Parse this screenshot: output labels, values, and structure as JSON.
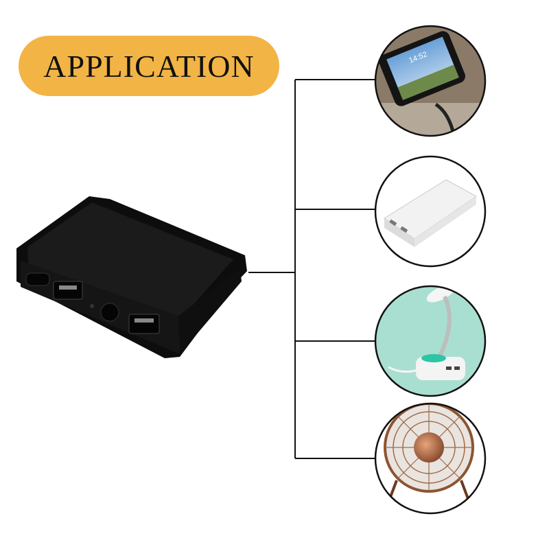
{
  "banner": {
    "title": "APPLICATION",
    "color": "#f2b445"
  },
  "device": {
    "name": "black-power-box",
    "color": "#141414"
  },
  "applications": [
    {
      "name": "smartphone",
      "icon": "smartphone-icon",
      "screen_time": "14:52"
    },
    {
      "name": "power-bank",
      "icon": "power-bank-icon"
    },
    {
      "name": "desk-lamp",
      "icon": "desk-lamp-icon",
      "accent": "#a9dfd0"
    },
    {
      "name": "desk-fan",
      "icon": "desk-fan-icon",
      "accent": "#9a5e3a"
    }
  ]
}
